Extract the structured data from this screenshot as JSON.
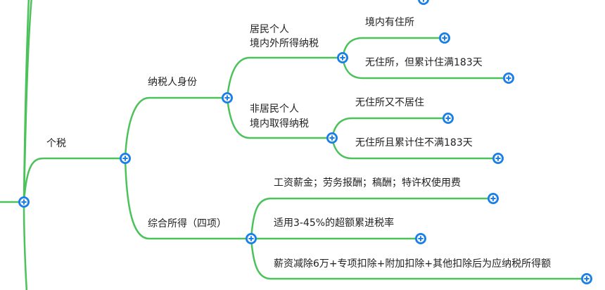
{
  "colors": {
    "branch": "#4bc25a",
    "expand_button": "#1a7fe8",
    "text": "#222222"
  },
  "icons": {
    "expand": "plus-circle-icon"
  },
  "mindmap": {
    "nodes": {
      "geshui": "个税",
      "shenfen": "纳税人身份",
      "jumin_1": "居民个人",
      "jumin_2": "境内外所得纳税",
      "jnyzs": "境内有住所",
      "wzs183": "无住所，但累计住满183天",
      "feijumin_1": "非居民个人",
      "feijumin_2": "境内取得纳税",
      "wzsbjz": "无住所又不居住",
      "wzsbm183": "无住所且累计住不满183天",
      "zonghe": "综合所得（四项）",
      "gongzi": "工资薪金；劳务报酬；稿酬；特许权使用费",
      "shuilv": "适用3-45%的超额累进税率",
      "xinzi": "薪资减除6万+专项扣除+附加扣除+其他扣除后为应纳税所得额"
    }
  }
}
